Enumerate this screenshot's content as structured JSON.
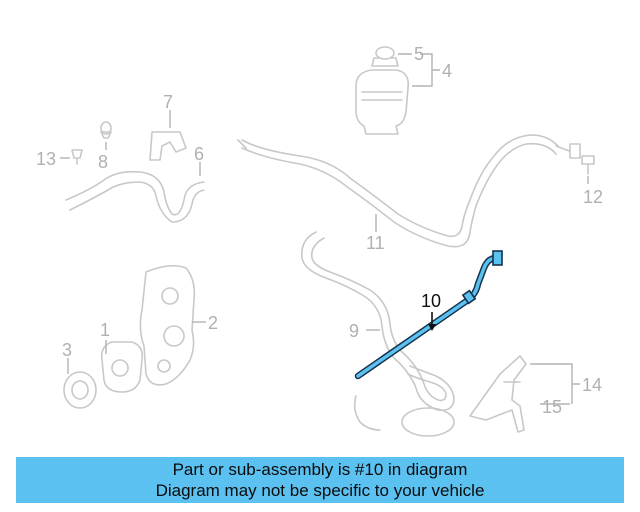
{
  "diagram": {
    "callouts": {
      "c1": "1",
      "c2": "2",
      "c3": "3",
      "c4": "4",
      "c5": "5",
      "c6": "6",
      "c7": "7",
      "c8": "8",
      "c9": "9",
      "c10": "10",
      "c11": "11",
      "c12": "12",
      "c13": "13",
      "c14": "14",
      "c15": "15"
    },
    "highlight_color": "#5ac1f0",
    "part_line_color": "#c8c8c8"
  },
  "banner": {
    "line1": "Part or sub-assembly is #10 in diagram",
    "line2": "Diagram may not be specific to your vehicle",
    "background": "#5ac1f0"
  }
}
